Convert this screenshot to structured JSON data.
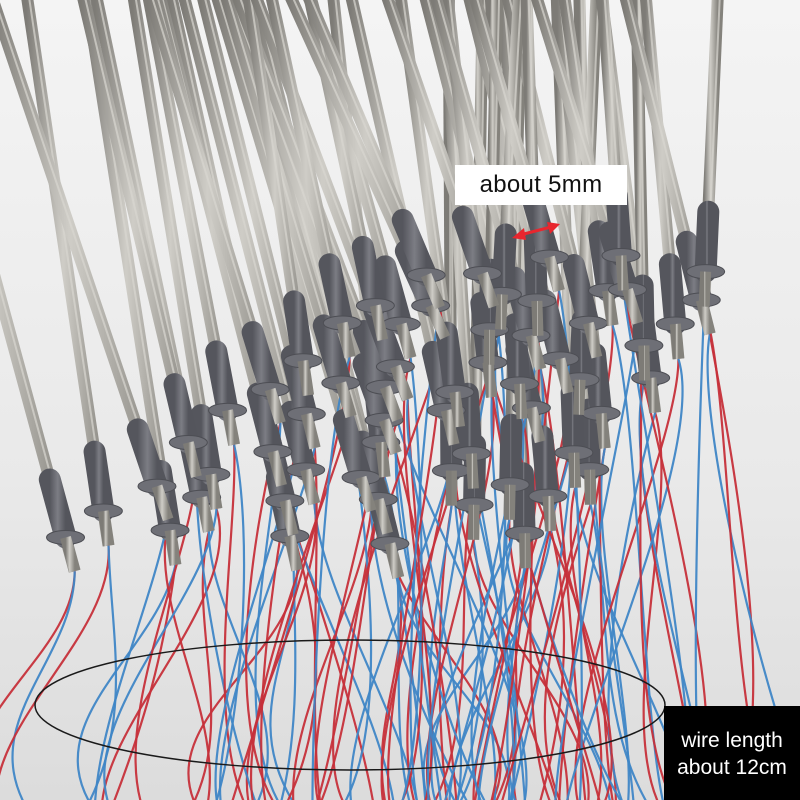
{
  "annotations": {
    "dimension_label": "about 5mm",
    "wire_length_line1": "wire length",
    "wire_length_line2": "about 12cm"
  },
  "colors": {
    "background": "#ededed",
    "probe_steel": "#a9a7a1",
    "silicone_sleeve": "#6e6f76",
    "wire_red": "#c6303a",
    "wire_blue": "#3f86c6",
    "arrow_red": "#e8262e",
    "label_black": "#000000"
  }
}
